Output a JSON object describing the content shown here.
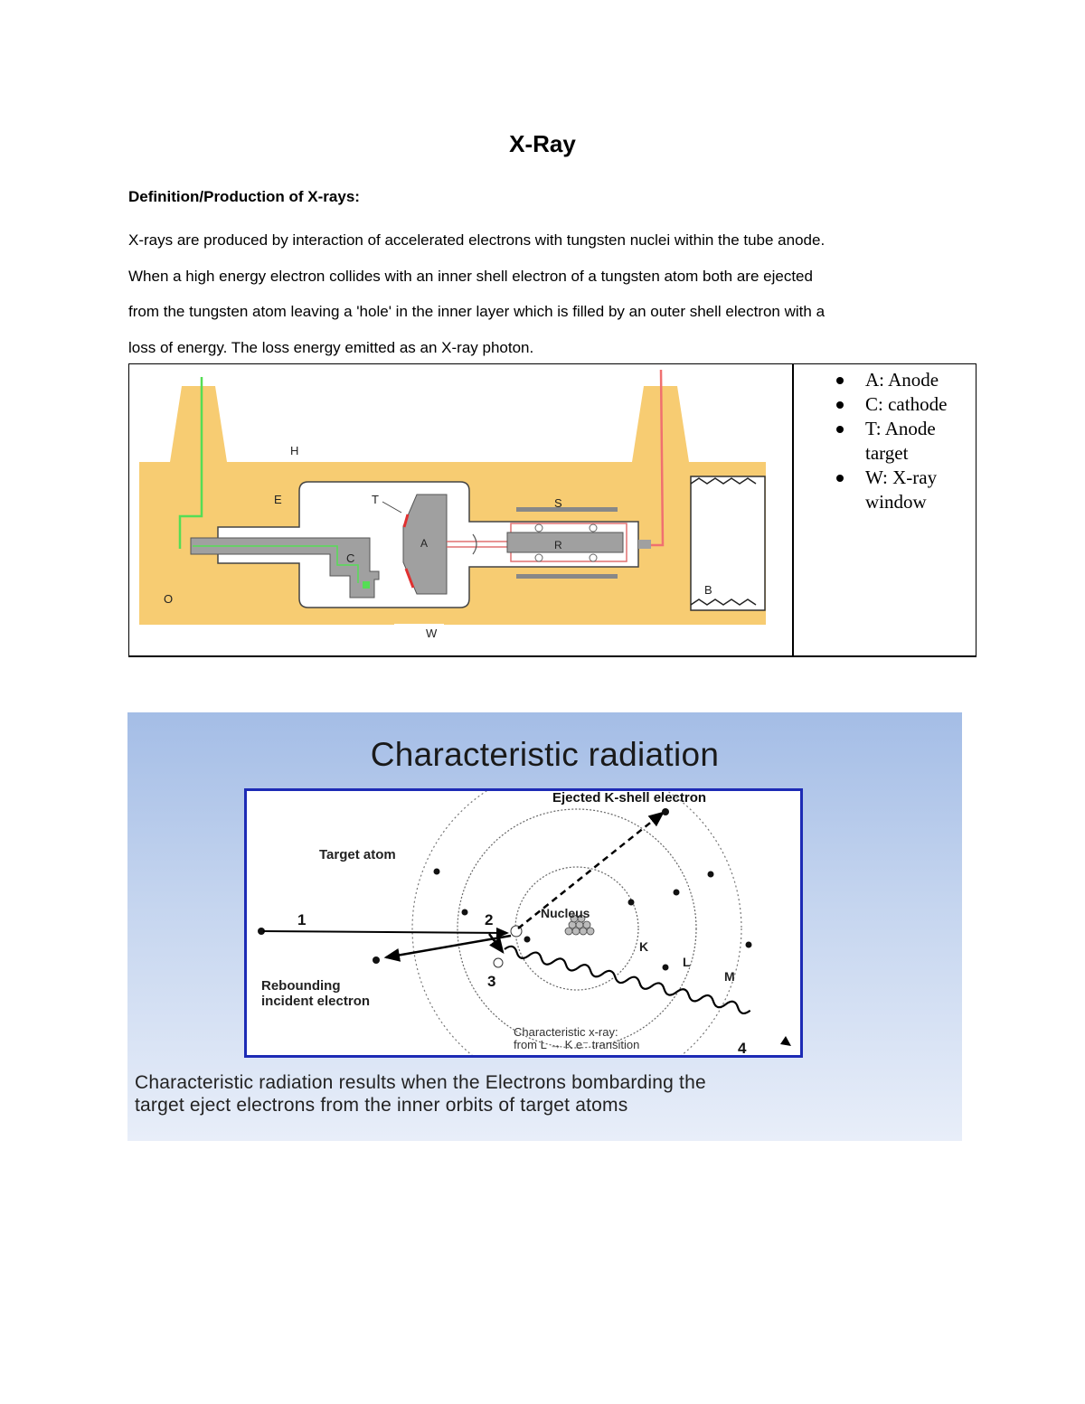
{
  "document": {
    "title": "X-Ray",
    "heading": "Definition/Production of X-rays:",
    "paragraph_lines": [
      " X-rays are produced by interaction of accelerated electrons with tungsten nuclei within the tube anode.",
      "When a high energy electron collides with an inner shell electron of a tungsten atom both are ejected",
      "from the tungsten atom leaving a 'hole' in the inner layer which is filled by an outer shell electron with a",
      "loss of energy. The loss energy emitted as an X-ray photon."
    ]
  },
  "tube_figure": {
    "labels": {
      "H": "H",
      "E": "E",
      "T": "T",
      "S": "S",
      "A": "A",
      "R": "R",
      "C": "C",
      "O": "O",
      "B": "B",
      "W": "W"
    },
    "colors": {
      "housing": "#f7cc72",
      "glass": "#ffffff",
      "metal": "#a0a0a0",
      "cathode_lead": "#55dd55",
      "anode_lead": "#f07070"
    }
  },
  "legend": {
    "items": [
      {
        "text": "A: Anode"
      },
      {
        "text": "C: cathode"
      },
      {
        "text": "T: Anode target"
      },
      {
        "text": "W: X-ray window"
      }
    ]
  },
  "slide": {
    "title": "Characteristic radiation",
    "diagram": {
      "ejected_label": "Ejected K-shell electron",
      "target_label": "Target atom",
      "nucleus_label": "Nucleus",
      "rebound_label_1": "Rebounding",
      "rebound_label_2": "incident electron",
      "xray_label_1": "Characteristic x-ray:",
      "xray_label_2": "from L → K e⁻ transition",
      "shell_k": "K",
      "shell_l": "L",
      "shell_m": "M",
      "step_1": "1",
      "step_2": "2",
      "step_3": "3",
      "step_4": "4"
    },
    "caption_lines": [
      "Characteristic radiation results when the Electrons bombarding the",
      "target eject electrons from the inner orbits of target atoms"
    ],
    "colors": {
      "frame": "#1d2bb5",
      "background_top": "#a4bde6",
      "background_bottom": "#e8eef9"
    }
  }
}
